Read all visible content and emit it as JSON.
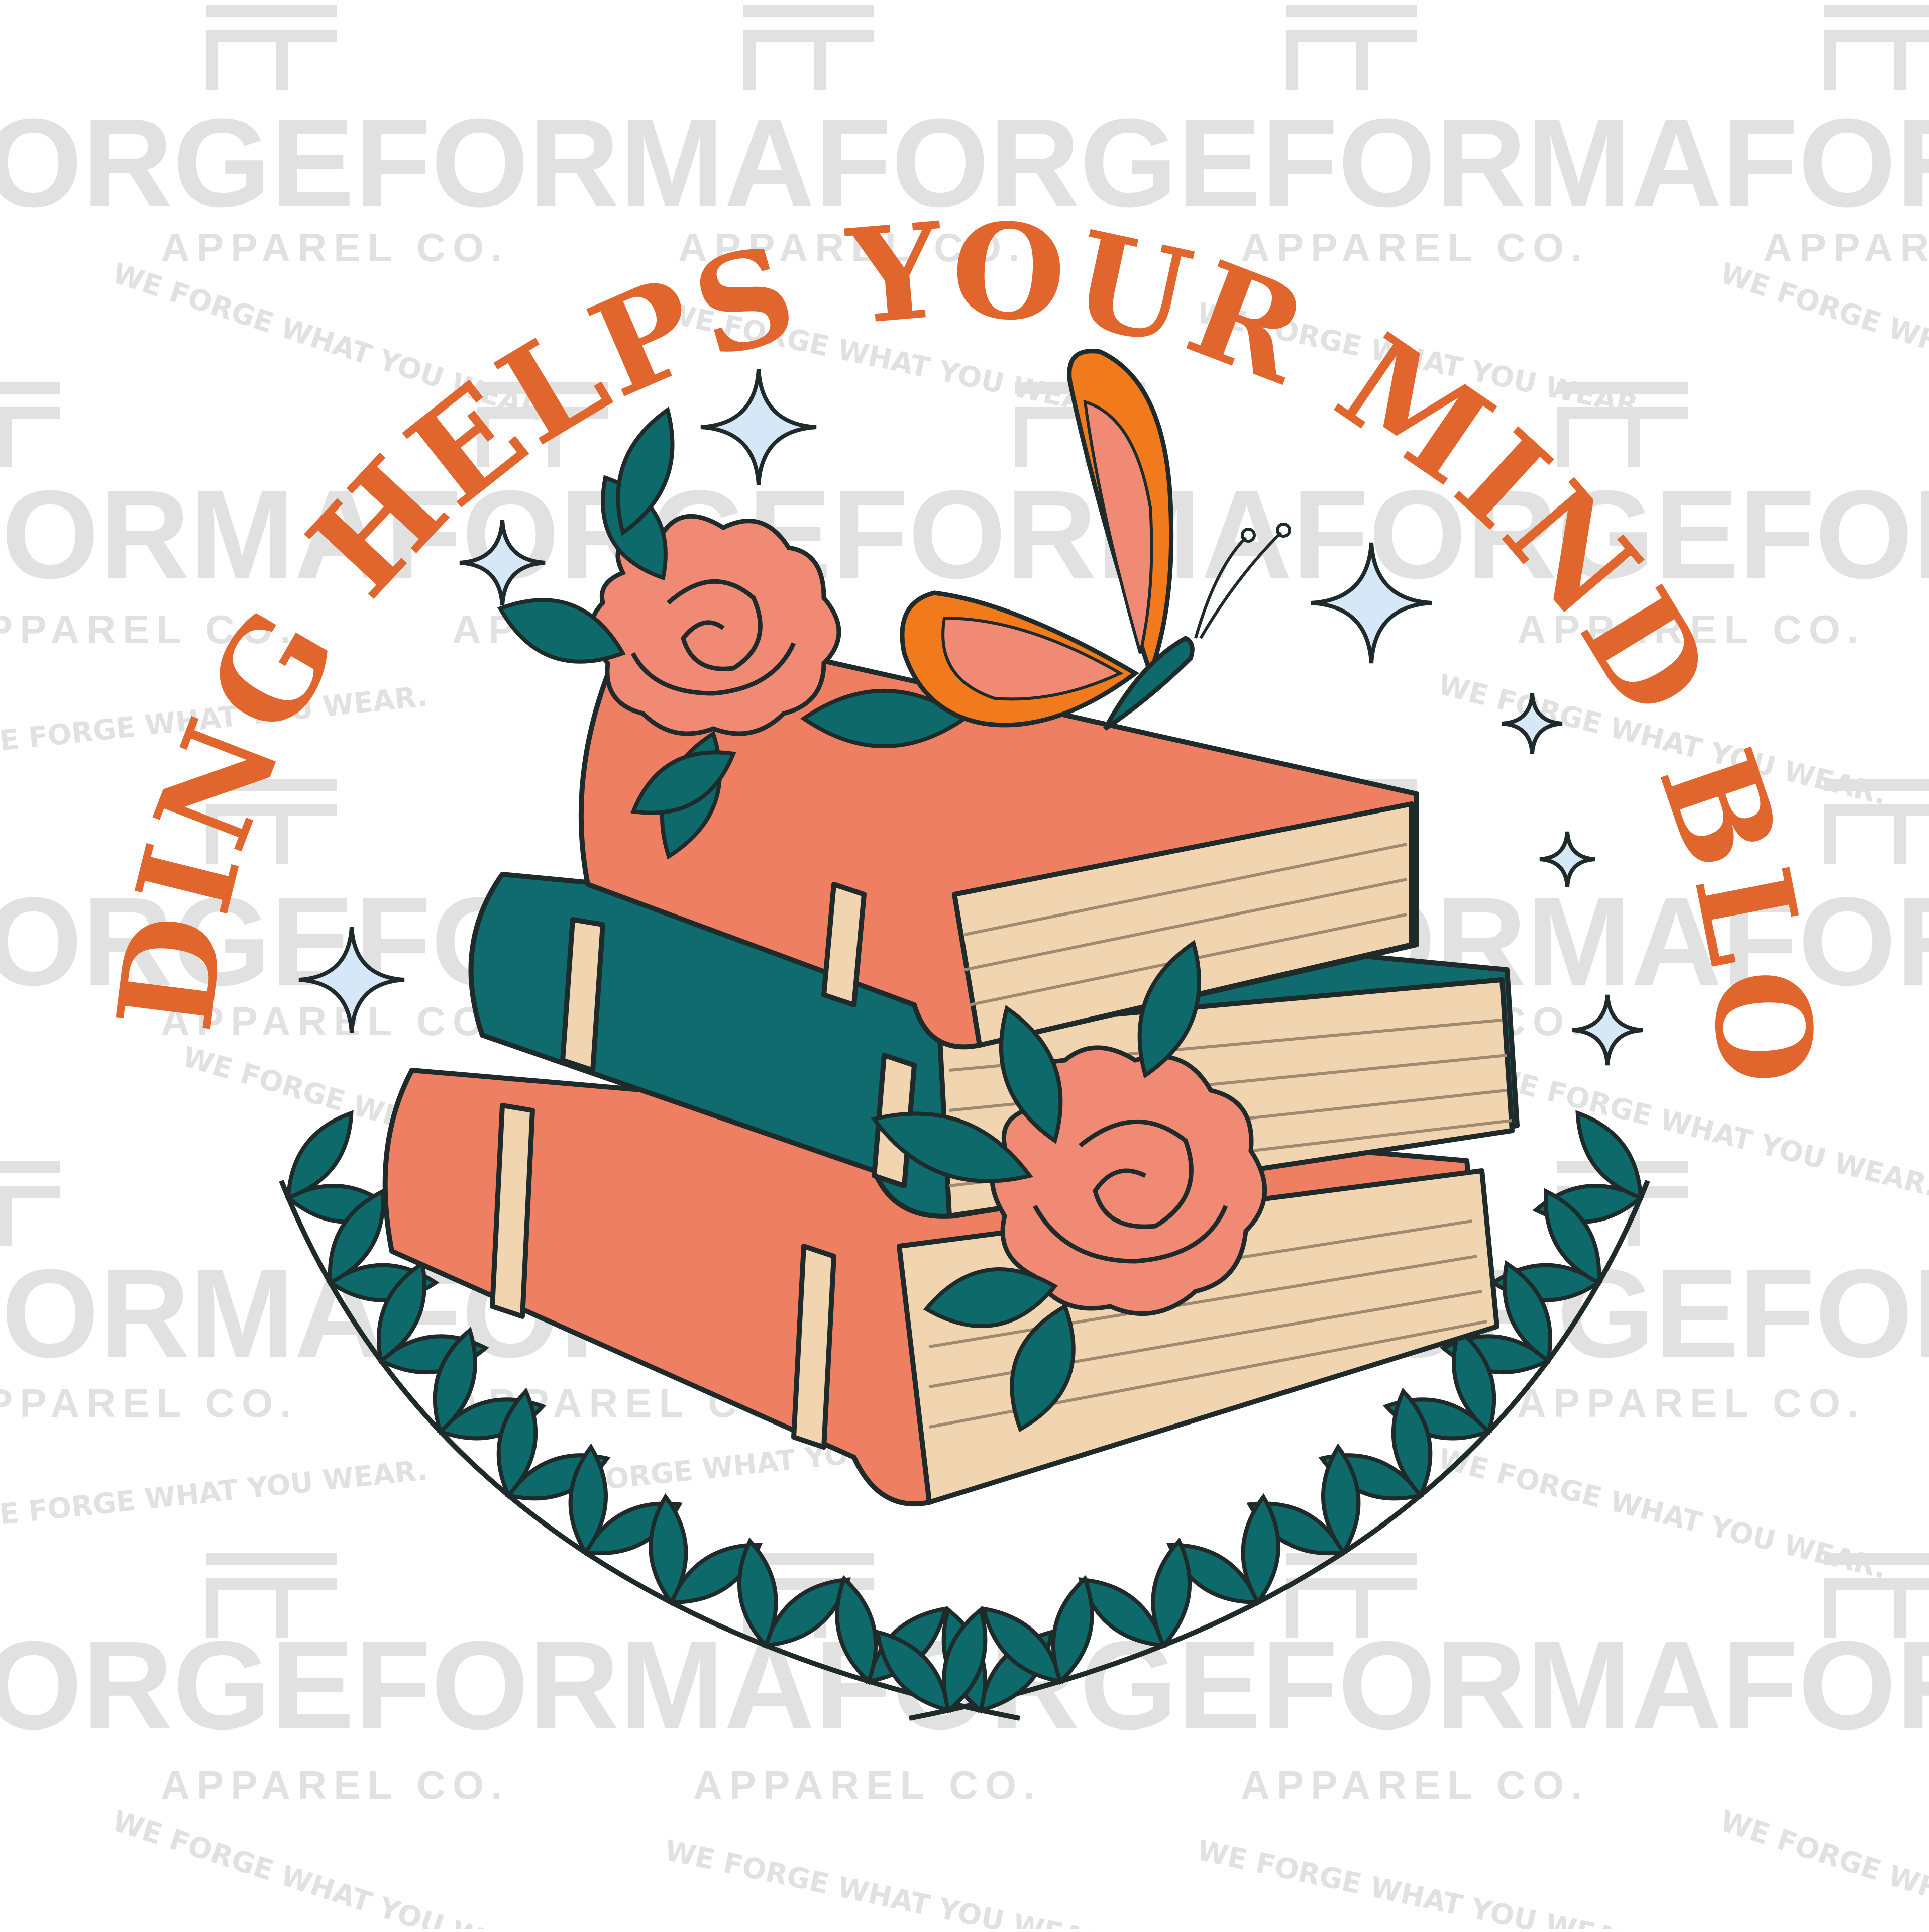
{
  "artwork": {
    "headline": "READING HELPS YOUR MIND BLOOM"
  },
  "watermark": {
    "brand": "FORMAFORGE",
    "tagline": "APPAREL CO.",
    "slogan": "WE FORGE WHAT YOU WEAR."
  },
  "colors": {
    "headline": "#e0662e",
    "book_coral": "#ef7f62",
    "book_teal": "#0f6b6e",
    "pages": "#f1d5b0",
    "leaf": "#0e6a6a",
    "rose": "#f08a74",
    "butterfly_edge": "#f07a1c",
    "sparkle": "#d6e8f8",
    "outline": "#1f2a2b",
    "watermark": "#dcdcdc"
  },
  "icons": {
    "butterfly": "butterfly-icon",
    "rose": "rose-icon",
    "sparkle": "sparkle-icon",
    "laurel": "laurel-icon",
    "book": "book-icon"
  }
}
